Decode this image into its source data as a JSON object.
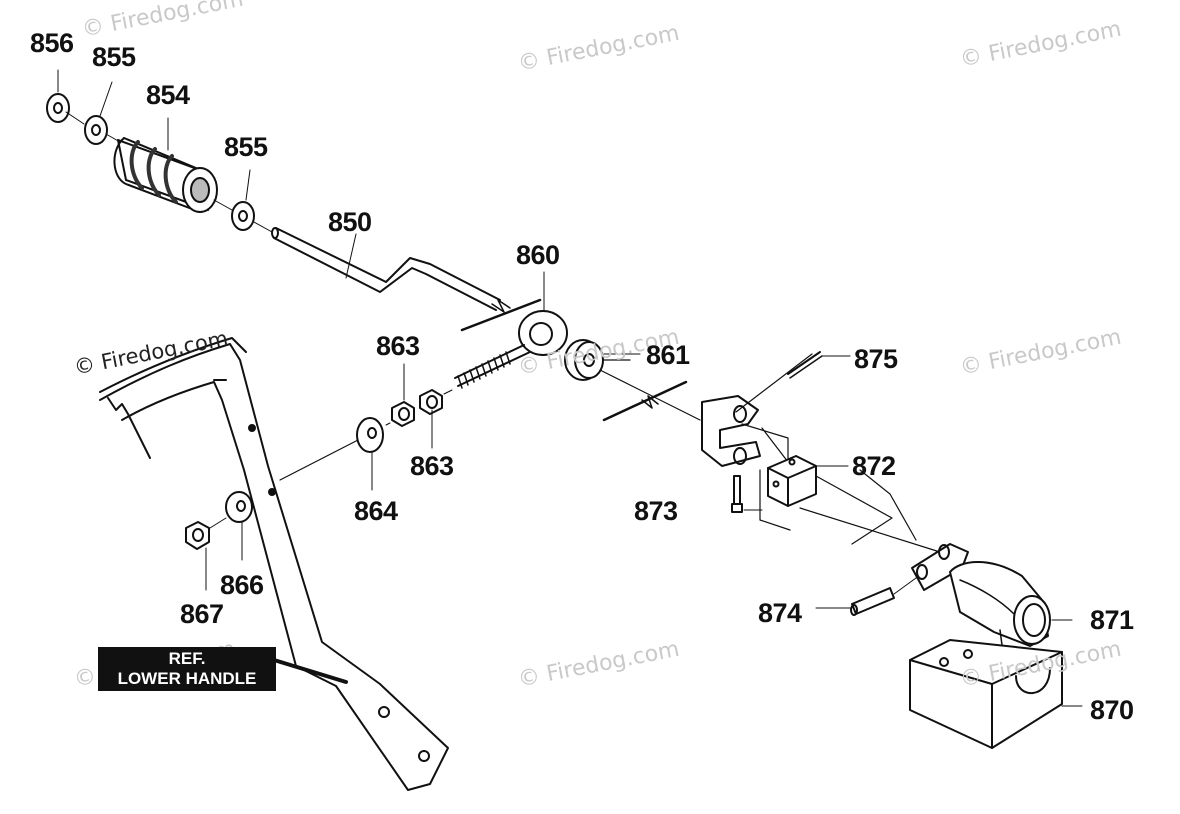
{
  "watermarks": {
    "site": "© Firedog.com"
  },
  "reference": {
    "line1": "REF.",
    "line2": "LOWER HANDLE"
  },
  "part_numbers": {
    "p856": "856",
    "p855_top": "855",
    "p854": "854",
    "p855_mid": "855",
    "p850": "850",
    "p860": "860",
    "p861": "861",
    "p863_top": "863",
    "p863_bottom": "863",
    "p864": "864",
    "p866": "866",
    "p867": "867",
    "p875": "875",
    "p872": "872",
    "p873": "873",
    "p874": "874",
    "p871": "871",
    "p870": "870"
  }
}
